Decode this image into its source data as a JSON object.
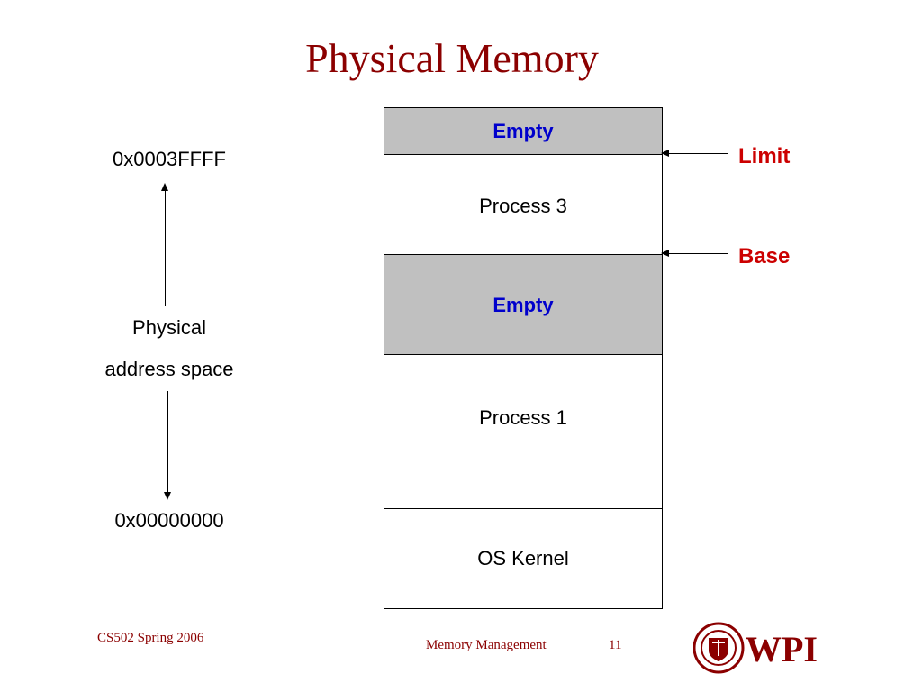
{
  "slide": {
    "title": "Physical Memory"
  },
  "memory": {
    "segments": [
      {
        "label": "Empty",
        "kind": "empty"
      },
      {
        "label": "Process 3",
        "kind": "process"
      },
      {
        "label": "Empty",
        "kind": "empty"
      },
      {
        "label": "Process 1",
        "kind": "process"
      },
      {
        "label": "OS Kernel",
        "kind": "process"
      }
    ],
    "pointers": {
      "limit": "Limit",
      "base": "Base"
    }
  },
  "address_space": {
    "top": "0x0003FFFF",
    "label_line1": "Physical",
    "label_line2": "address space",
    "bottom": "0x00000000"
  },
  "footer": {
    "course": "CS502 Spring 2006",
    "topic": "Memory Management",
    "page": "11",
    "logo_text": "WPI"
  },
  "colors": {
    "title": "#8b0000",
    "pointer_label": "#cc0000",
    "empty_label": "#0000cc",
    "empty_fill": "#c0c0c0",
    "logo": "#8b0000"
  }
}
